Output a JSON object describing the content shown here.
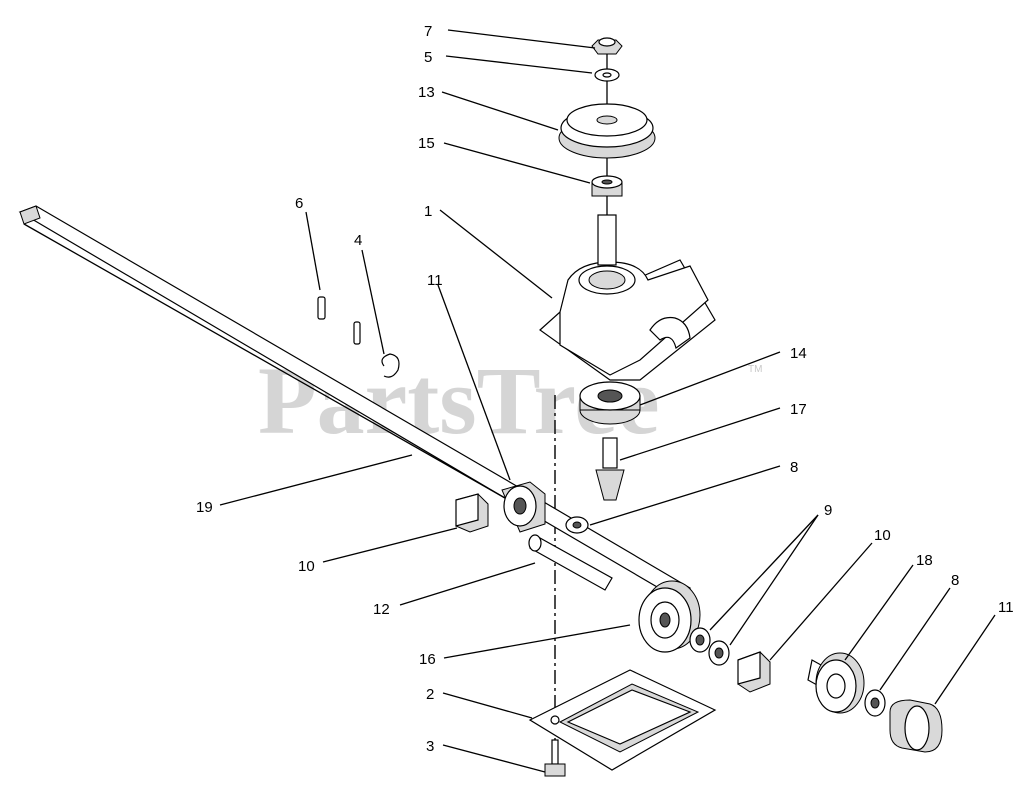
{
  "watermark": {
    "text": "PartsTree",
    "trademark": "TM"
  },
  "callouts": {
    "c7": "7",
    "c5": "5",
    "c13": "13",
    "c15": "15",
    "c1": "1",
    "c6": "6",
    "c4": "4",
    "c11a": "11",
    "c14": "14",
    "c17": "17",
    "c8a": "8",
    "c19": "19",
    "c9": "9",
    "c10a": "10",
    "c10b": "10",
    "c18": "18",
    "c8b": "8",
    "c11b": "11",
    "c12": "12",
    "c16": "16",
    "c2": "2",
    "c3": "3"
  }
}
